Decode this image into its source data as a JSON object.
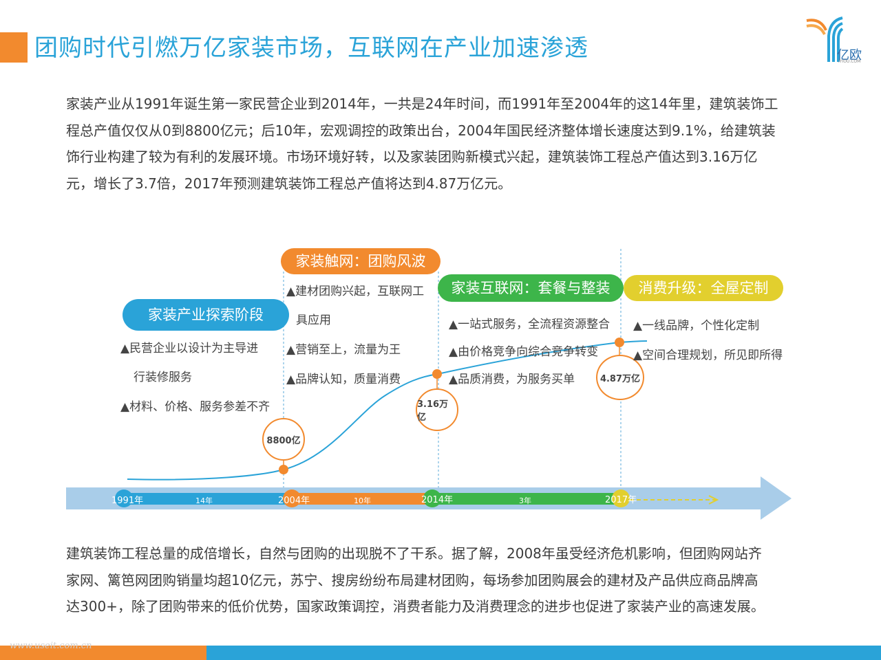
{
  "header": {
    "title": "团购时代引燃万亿家装市场，互联网在产业加速渗透",
    "logo_text": "亿欧",
    "logo_subtext": "IYIOU.COM",
    "accent_color": "#f28a2e",
    "title_color": "#2aa3d8"
  },
  "intro_lines": [
    "家装产业从1991年诞生第一家民营企业到2014年，一共是24年时间，而1991年至2004年的这14年里，建筑装饰工",
    "程总产值仅仅从0到8800亿元；后10年，宏观调控的政策出台，2004年国民经济整体增长速度达到9.1%，给建筑装",
    "饰行业构建了较为有利的发展环境。市场环境好转，以及家装团购新模式兴起，建筑装饰工程总产值达到3.16万亿",
    "元，增长了3.7倍，2017年预测建筑装饰工程总产值将达到4.87万亿元。"
  ],
  "stages": [
    {
      "label": "家装产业探索阶段",
      "color": "#2aa3d8",
      "bullets": [
        "▲民营企业以设计为主导进",
        "行装修服务",
        "▲材料、价格、服务参差不齐"
      ]
    },
    {
      "label": "家装触网：团购风波",
      "color": "#f28a2e",
      "bullets": [
        "▲建材团购兴起，互联网工",
        "具应用",
        "▲营销至上，流量为王",
        "▲品牌认知，质量消费"
      ]
    },
    {
      "label": "家装互联网：套餐与整装",
      "color": "#3db54a",
      "bullets": [
        "▲一站式服务，全流程资源整合",
        "▲由价格竞争向综合竞争转变",
        "▲品质消费，为服务买单"
      ]
    },
    {
      "label": "消费升级：全屋定制",
      "color": "#e2cf2e",
      "bullets": [
        "▲一线品牌，个性化定制",
        "▲空间合理规划，所见即所得"
      ]
    }
  ],
  "timeline": {
    "years": [
      "1991年",
      "2004年",
      "2014年",
      "2017年"
    ],
    "durations": [
      "14年",
      "10年",
      "3年"
    ]
  },
  "values": [
    "8800亿",
    "3.16万亿",
    "4.87万亿"
  ],
  "closing_lines": [
    "建筑装饰工程总量的成倍增长，自然与团购的出现脱不了干系。据了解，2008年虽受经济危机影响，但团购网站齐",
    "家网、篱笆网团购销量均超10亿元，苏宁、搜房纷纷布局建材团购，每场参加团购展会的建材及产品供应商品牌高",
    "达300+，除了团购带来的低价优势，国家政策调控，消费者能力及消费理念的进步也促进了家装产业的高速发展。"
  ],
  "watermark": "www.useit.com.cn"
}
